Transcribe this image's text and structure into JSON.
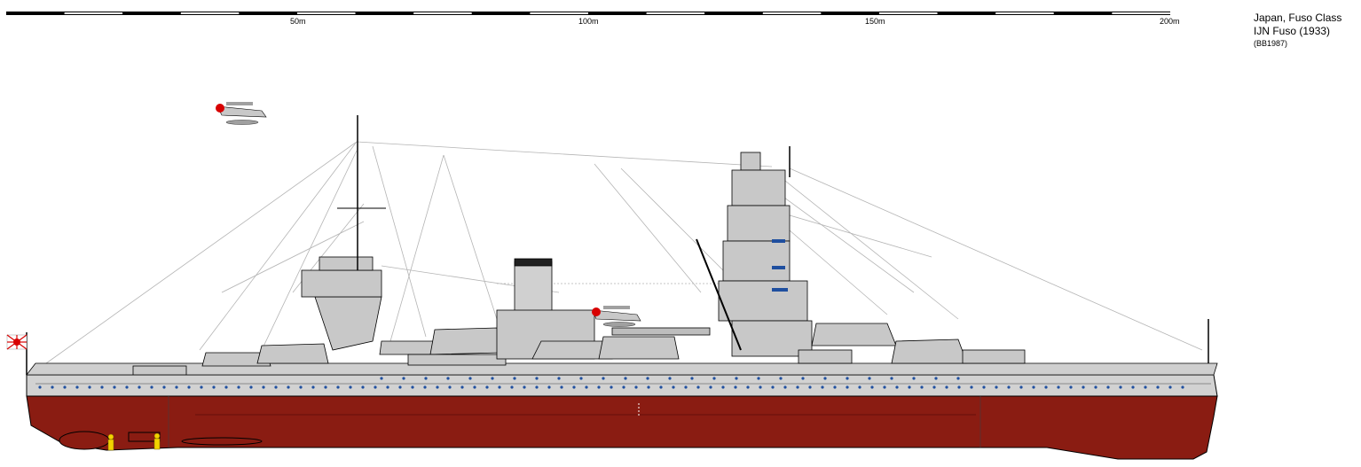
{
  "scale_bar": {
    "labels": [
      "50m",
      "100m",
      "150m",
      "200m"
    ],
    "colors": {
      "dark": "#000000",
      "light": "#ffffff"
    }
  },
  "ship_info": {
    "line1": "Japan, Fuso Class",
    "line2": "IJN Fuso (1933)",
    "line3": "(BB1987)"
  },
  "palette": {
    "hull_red": "#8a1c12",
    "superstructure_gray": "#c8c8c8",
    "dark_gray": "#8c8c8c",
    "deck_line": "#404040",
    "porthole_blue": "#1f4f9f",
    "rigging": "#b4b4b4",
    "figure_yellow": "#f2d200",
    "flag_red": "#d80000"
  },
  "icons": [
    "rising-sun-flag-icon",
    "floatplane-icon",
    "propeller-icon",
    "crew-figure-icon"
  ]
}
